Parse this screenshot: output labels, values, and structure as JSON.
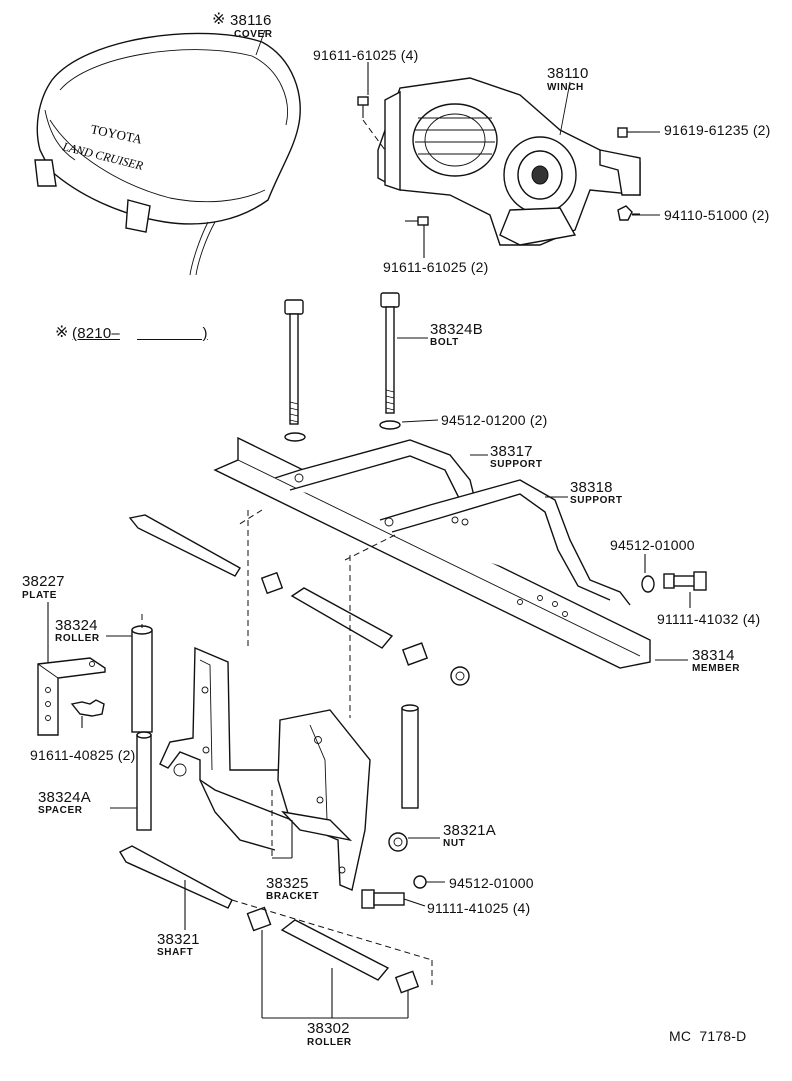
{
  "diagram": {
    "cover": {
      "part_number": "38116",
      "mark": "※",
      "name": "COVER",
      "emblem_line1": "TOYOTA",
      "emblem_line2": "LAND CRUISER"
    },
    "winch": {
      "part_number": "38110",
      "name": "WINCH"
    },
    "fasteners": {
      "f1": {
        "part_number": "91611-61025 (4)"
      },
      "f2": {
        "part_number": "91619-61235 (2)"
      },
      "f3": {
        "part_number": "94110-51000 (2)"
      },
      "f4": {
        "part_number": "91611-61025 (2)"
      },
      "f5": {
        "part_number": "94512-01200 (2)"
      },
      "f6": {
        "part_number": "94512-01000"
      },
      "f7": {
        "part_number": "91111-41032 (4)"
      },
      "f8": {
        "part_number": "91611-40825 (2)"
      },
      "f9": {
        "part_number": "94512-01000"
      },
      "f10": {
        "part_number": "91111-41025 (4)"
      }
    },
    "serial_note": {
      "mark": "※",
      "text": "(8210–"
    },
    "bolt": {
      "part_number": "38324B",
      "name": "BOLT"
    },
    "support1": {
      "part_number": "38317",
      "name": "SUPPORT"
    },
    "support2": {
      "part_number": "38318",
      "name": "SUPPORT"
    },
    "member": {
      "part_number": "38314",
      "name": "MEMBER"
    },
    "plate": {
      "part_number": "38227",
      "name": "PLATE"
    },
    "roller1": {
      "part_number": "38324",
      "name": "ROLLER"
    },
    "spacer": {
      "part_number": "38324A",
      "name": "SPACER"
    },
    "nut": {
      "part_number": "38321A",
      "name": "NUT"
    },
    "bracket": {
      "part_number": "38325",
      "name": "BRACKET"
    },
    "shaft": {
      "part_number": "38321",
      "name": "SHAFT"
    },
    "roller2": {
      "part_number": "38302",
      "name": "ROLLER"
    },
    "footer_code": "MC  7178-D"
  }
}
